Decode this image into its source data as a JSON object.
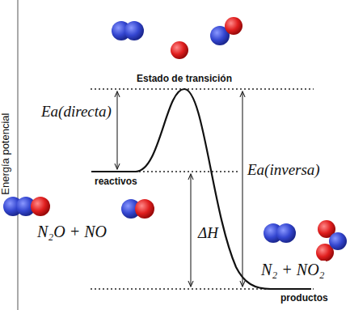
{
  "diagram": {
    "labels": [
      "Energía potencial",
      "Estado de transición",
      "Ea(directa)",
      "reactivos",
      "N₂O + NO",
      "ΔH",
      "Ea(inversa)",
      "N₂ + NO₂",
      "productos"
    ]
  }
}
